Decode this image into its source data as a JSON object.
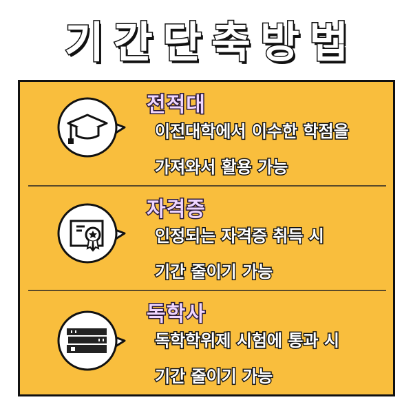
{
  "title": {
    "chars": [
      "기",
      "간",
      "단",
      "축",
      "방",
      "법"
    ]
  },
  "sections": [
    {
      "heading": "전적대",
      "icon": "graduation-cap-icon",
      "lines": [
        "이전대학에서 이수한 학점을",
        "가져와서 활용 가능"
      ]
    },
    {
      "heading": "자격증",
      "icon": "certificate-icon",
      "lines": [
        "인정되는 자격증 취득 시",
        "기간 줄이기 가능"
      ]
    },
    {
      "heading": "독학사",
      "icon": "books-icon",
      "lines": [
        "독학학위제 시험에 통과 시",
        "기간 줄이기 가능"
      ]
    }
  ],
  "colors": {
    "panel_background": "#f9be3d",
    "heading_fill": "#f0d6ff",
    "outline": "#111111"
  }
}
